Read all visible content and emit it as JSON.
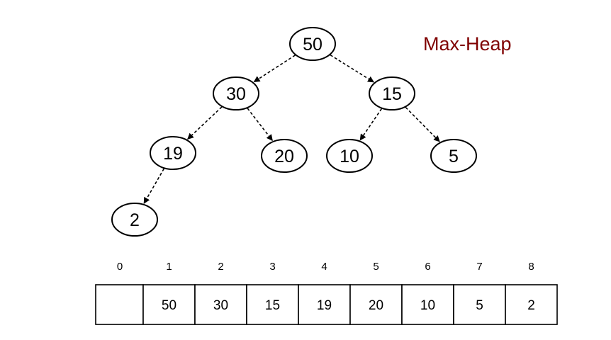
{
  "title": "Max-Heap",
  "colors": {
    "title": "#7f0000",
    "stroke": "#000000",
    "fill": "#ffffff"
  },
  "tree": {
    "nodes": [
      {
        "id": "n50",
        "label": "50"
      },
      {
        "id": "n30",
        "label": "30"
      },
      {
        "id": "n15",
        "label": "15"
      },
      {
        "id": "n19",
        "label": "19"
      },
      {
        "id": "n20",
        "label": "20"
      },
      {
        "id": "n10",
        "label": "10"
      },
      {
        "id": "n5",
        "label": "5"
      },
      {
        "id": "n2",
        "label": "2"
      }
    ],
    "edges": [
      {
        "from": "n50",
        "to": "n30"
      },
      {
        "from": "n50",
        "to": "n15"
      },
      {
        "from": "n30",
        "to": "n19"
      },
      {
        "from": "n30",
        "to": "n20"
      },
      {
        "from": "n15",
        "to": "n10"
      },
      {
        "from": "n15",
        "to": "n5"
      },
      {
        "from": "n19",
        "to": "n2"
      }
    ]
  },
  "array": {
    "indices": [
      "0",
      "1",
      "2",
      "3",
      "4",
      "5",
      "6",
      "7",
      "8"
    ],
    "values": [
      "",
      "50",
      "30",
      "15",
      "19",
      "20",
      "10",
      "5",
      "2"
    ]
  }
}
